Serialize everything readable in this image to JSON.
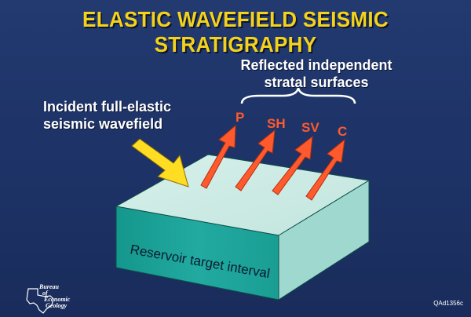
{
  "title": "ELASTIC WAVEFIELD SEISMIC STRATIGRAPHY",
  "incident_label": {
    "line1": "Incident full-elastic",
    "line2": "seismic wavefield"
  },
  "reflected_label": {
    "line1": "Reflected independent",
    "line2": "stratal surfaces"
  },
  "wave_modes": [
    "P",
    "SH",
    "SV",
    "C"
  ],
  "block_label": "Reservoir target interval",
  "logo": {
    "line1": "Bureau",
    "line2": "of",
    "line3": "Economic",
    "line4": "Geology"
  },
  "figure_code": "QAd1356c",
  "colors": {
    "background": "#1f3468",
    "title": "#f4d21a",
    "block_top": "#cbe9e3",
    "block_front": "#1fa49a",
    "block_side": "#9fd8cf",
    "reflected_arrow": "#ff5a2e",
    "incident_arrow": "#ffdd22"
  },
  "icons": {
    "logo": "texas-outline-icon"
  }
}
